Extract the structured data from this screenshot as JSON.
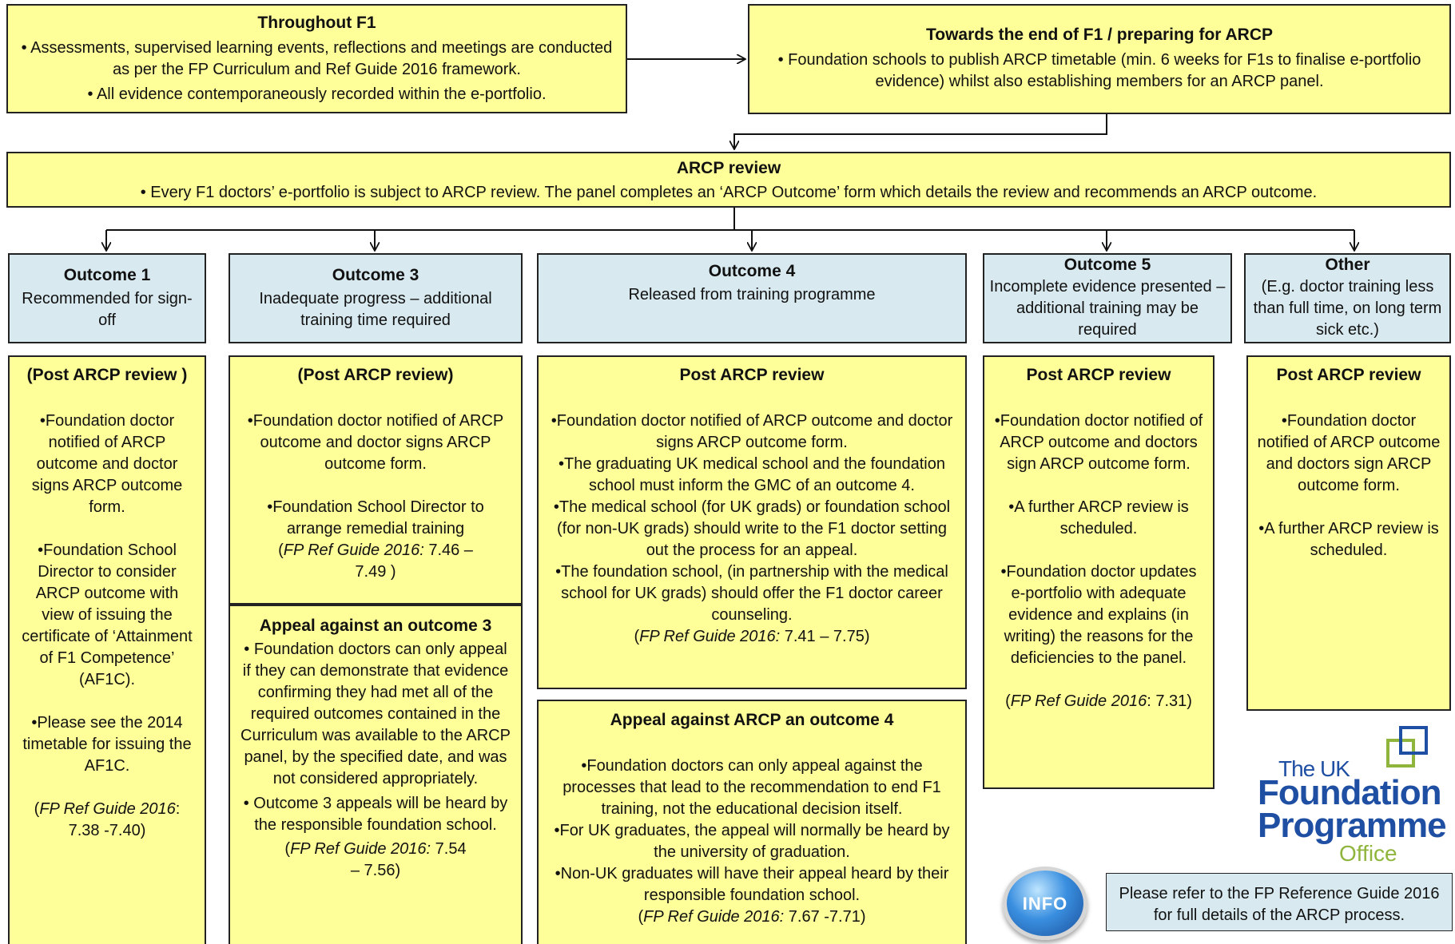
{
  "throughout": {
    "title": "Throughout F1",
    "bullets": [
      "•    Assessments, supervised learning events, reflections and  meetings  are conducted as per the FP Curriculum and Ref Guide 2016  framework.",
      "•    All evidence contemporaneously recorded within the e-portfolio."
    ]
  },
  "end_of_f1": {
    "title": "Towards the end of F1 / preparing for ARCP",
    "bullet": "•    Foundation schools to publish ARCP timetable (min. 6 weeks for  F1s to finalise e-portfolio evidence) whilst also establishing members  for an ARCP panel."
  },
  "arcp_review": {
    "title": "ARCP review",
    "bullet": "•    Every F1 doctors’ e-portfolio is subject to ARCP review. The panel completes an ‘ARCP Outcome’ form which details the review and recommends an ARCP outcome."
  },
  "outcomes": [
    {
      "title": "Outcome 1",
      "desc": "Recommended for sign-off"
    },
    {
      "title": "Outcome 3",
      "desc": "Inadequate progress – additional training time required"
    },
    {
      "title": "Outcome 4",
      "desc": "Released from training programme"
    },
    {
      "title": "Outcome 5",
      "desc": "Incomplete evidence presented – additional training may be required"
    },
    {
      "title": "Other",
      "desc": "(E.g. doctor training less than full time, on long term sick etc.)"
    }
  ],
  "post": {
    "o1": {
      "title": "(Post ARCP review )",
      "p1": "•Foundation doctor notified of ARCP outcome and doctor signs ARCP outcome form.",
      "p2": "•Foundation School Director  to consider ARCP outcome  with view of issuing the certificate of ‘Attainment of F1 Competence’ (AF1C).",
      "p3": "•Please see the 2014 timetable for issuing the AF1C.",
      "ref_i": "FP Ref Guide 2016",
      "ref_n": ": 7.38 -7.40)",
      "ref_open": "("
    },
    "o3": {
      "title": "(Post ARCP review)",
      "p1": "•Foundation doctor notified of ARCP outcome and doctor signs ARCP outcome form.",
      "p2": "•Foundation School Director to arrange remedial training",
      "ref_i": "FP Ref Guide 2016:",
      "ref_n": "7.46 – 7.49 )",
      "ref_open": "("
    },
    "o4": {
      "title": "Post ARCP review",
      "p1": "•Foundation doctor notified of ARCP outcome and doctor signs ARCP outcome form.",
      "p2": "•The graduating UK medical school and the foundation school must inform the GMC of an outcome 4.",
      "p3": "•The medical school  (for UK grads) or foundation school (for  non-UK grads) should write to the F1 doctor setting out the process for an appeal.",
      "p4": "•The foundation school, (in partnership with the medical school for UK grads) should offer the F1 doctor career counseling.",
      "ref_i": "FP Ref Guide 2016:",
      "ref_n": " 7.41 – 7.75)",
      "ref_open": "("
    },
    "o5": {
      "title": "Post ARCP review",
      "p1": "•Foundation doctor notified of ARCP outcome and doctors sign ARCP outcome form.",
      "p2": "•A further ARCP review is scheduled.",
      "p3": "•Foundation doctor updates e-portfolio with adequate evidence and  explains (in writing)  the reasons for the deficiencies to the panel.",
      "ref_i": "FP Ref Guide 2016",
      "ref_n": ": 7.31)",
      "ref_open": "("
    },
    "other": {
      "title": "Post ARCP review",
      "p1": "•Foundation doctor notified of ARCP outcome and doctors sign ARCP outcome form.",
      "p2": "•A further ARCP review is scheduled."
    }
  },
  "appeal3": {
    "title": "Appeal against an outcome 3",
    "p1": "• Foundation doctors can only appeal if they can demonstrate that evidence confirming they had met all of the required outcomes contained in the Curriculum was available to the ARCP panel, by the specified date, and was not considered appropriately.",
    "p2": "• Outcome 3 appeals will be heard  by the responsible foundation school.",
    "ref_i": "FP Ref Guide 2016:",
    "ref_n": "7.54 – 7.56)",
    "ref_open": "("
  },
  "appeal4": {
    "title": "Appeal against ARCP an outcome 4",
    "p1": "•Foundation doctors can only appeal against the processes that lead to the recommendation to end F1 training, not the educational decision itself.",
    "p2": "•For UK graduates, the appeal will normally be heard by the university of graduation.",
    "p3": "•Non-UK graduates will have their appeal heard  by their responsible foundation school.",
    "ref_i": "FP Ref Guide 2016:",
    "ref_n": " 7.67 -7.71)",
    "ref_open": "("
  },
  "logo": {
    "line1": "The UK",
    "line2": "Foundation",
    "line3": "Programme",
    "line4": "Office",
    "brand_color": "#1f4fa3",
    "accent_color": "#8fb53c"
  },
  "info": {
    "badge": "INFO",
    "note": "Please refer to the FP Reference Guide 2016  for full details of the ARCP process."
  },
  "colors": {
    "yellow_box": "#ffff99",
    "blue_box": "#d8e9ef"
  }
}
